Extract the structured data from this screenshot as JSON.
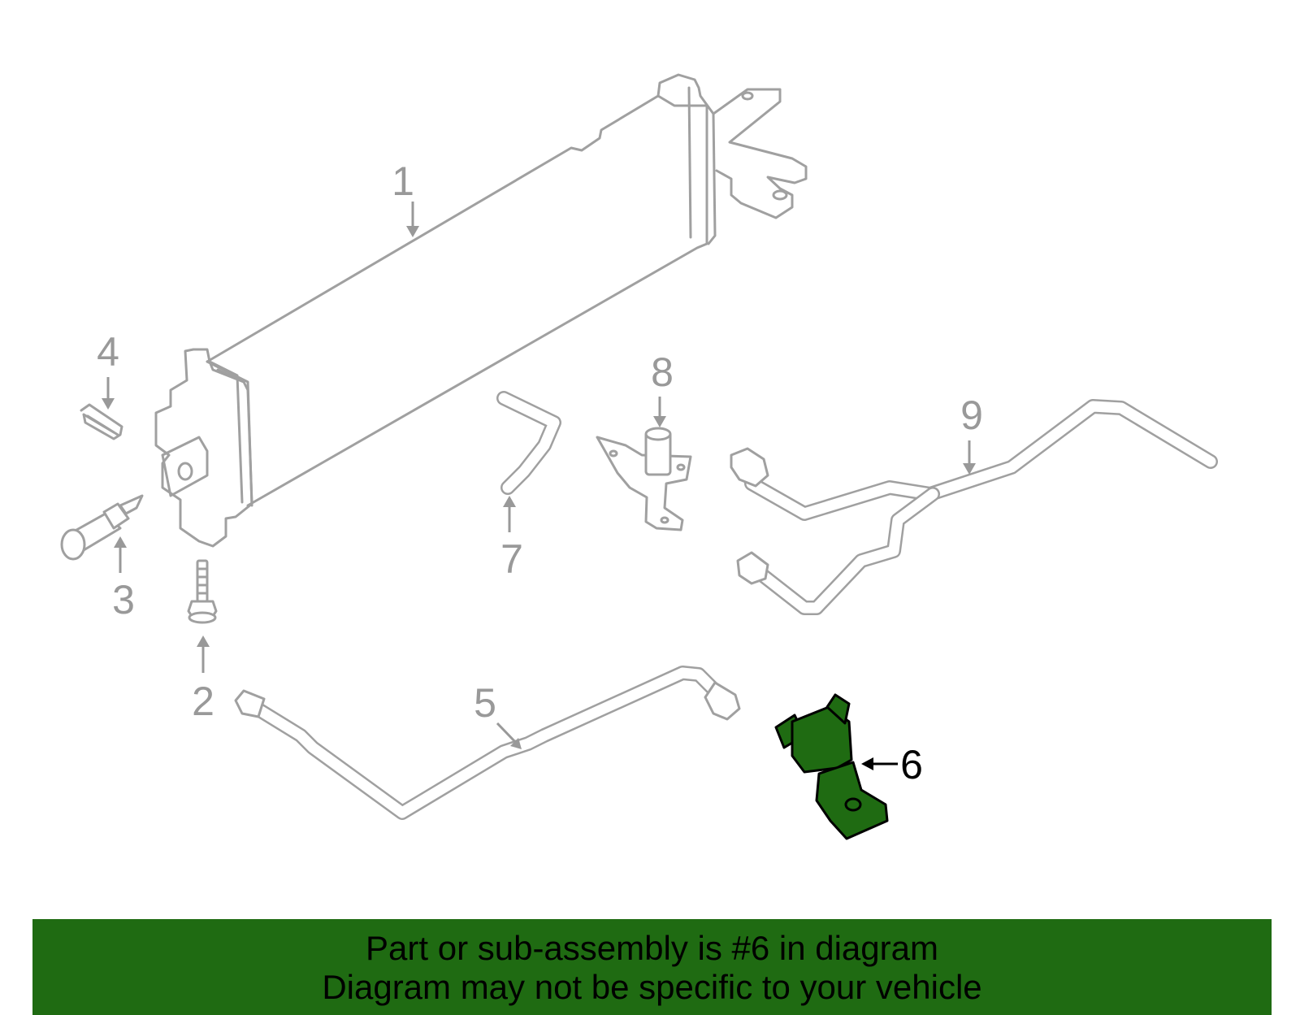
{
  "callouts": {
    "c1": "1",
    "c2": "2",
    "c3": "3",
    "c4": "4",
    "c5": "5",
    "c6": "6",
    "c7": "7",
    "c8": "8",
    "c9": "9"
  },
  "highlight_color": "#1f6b12",
  "banner": {
    "line1": "Part or sub-assembly is #6 in diagram",
    "line2": "Diagram may not be specific to your vehicle"
  }
}
